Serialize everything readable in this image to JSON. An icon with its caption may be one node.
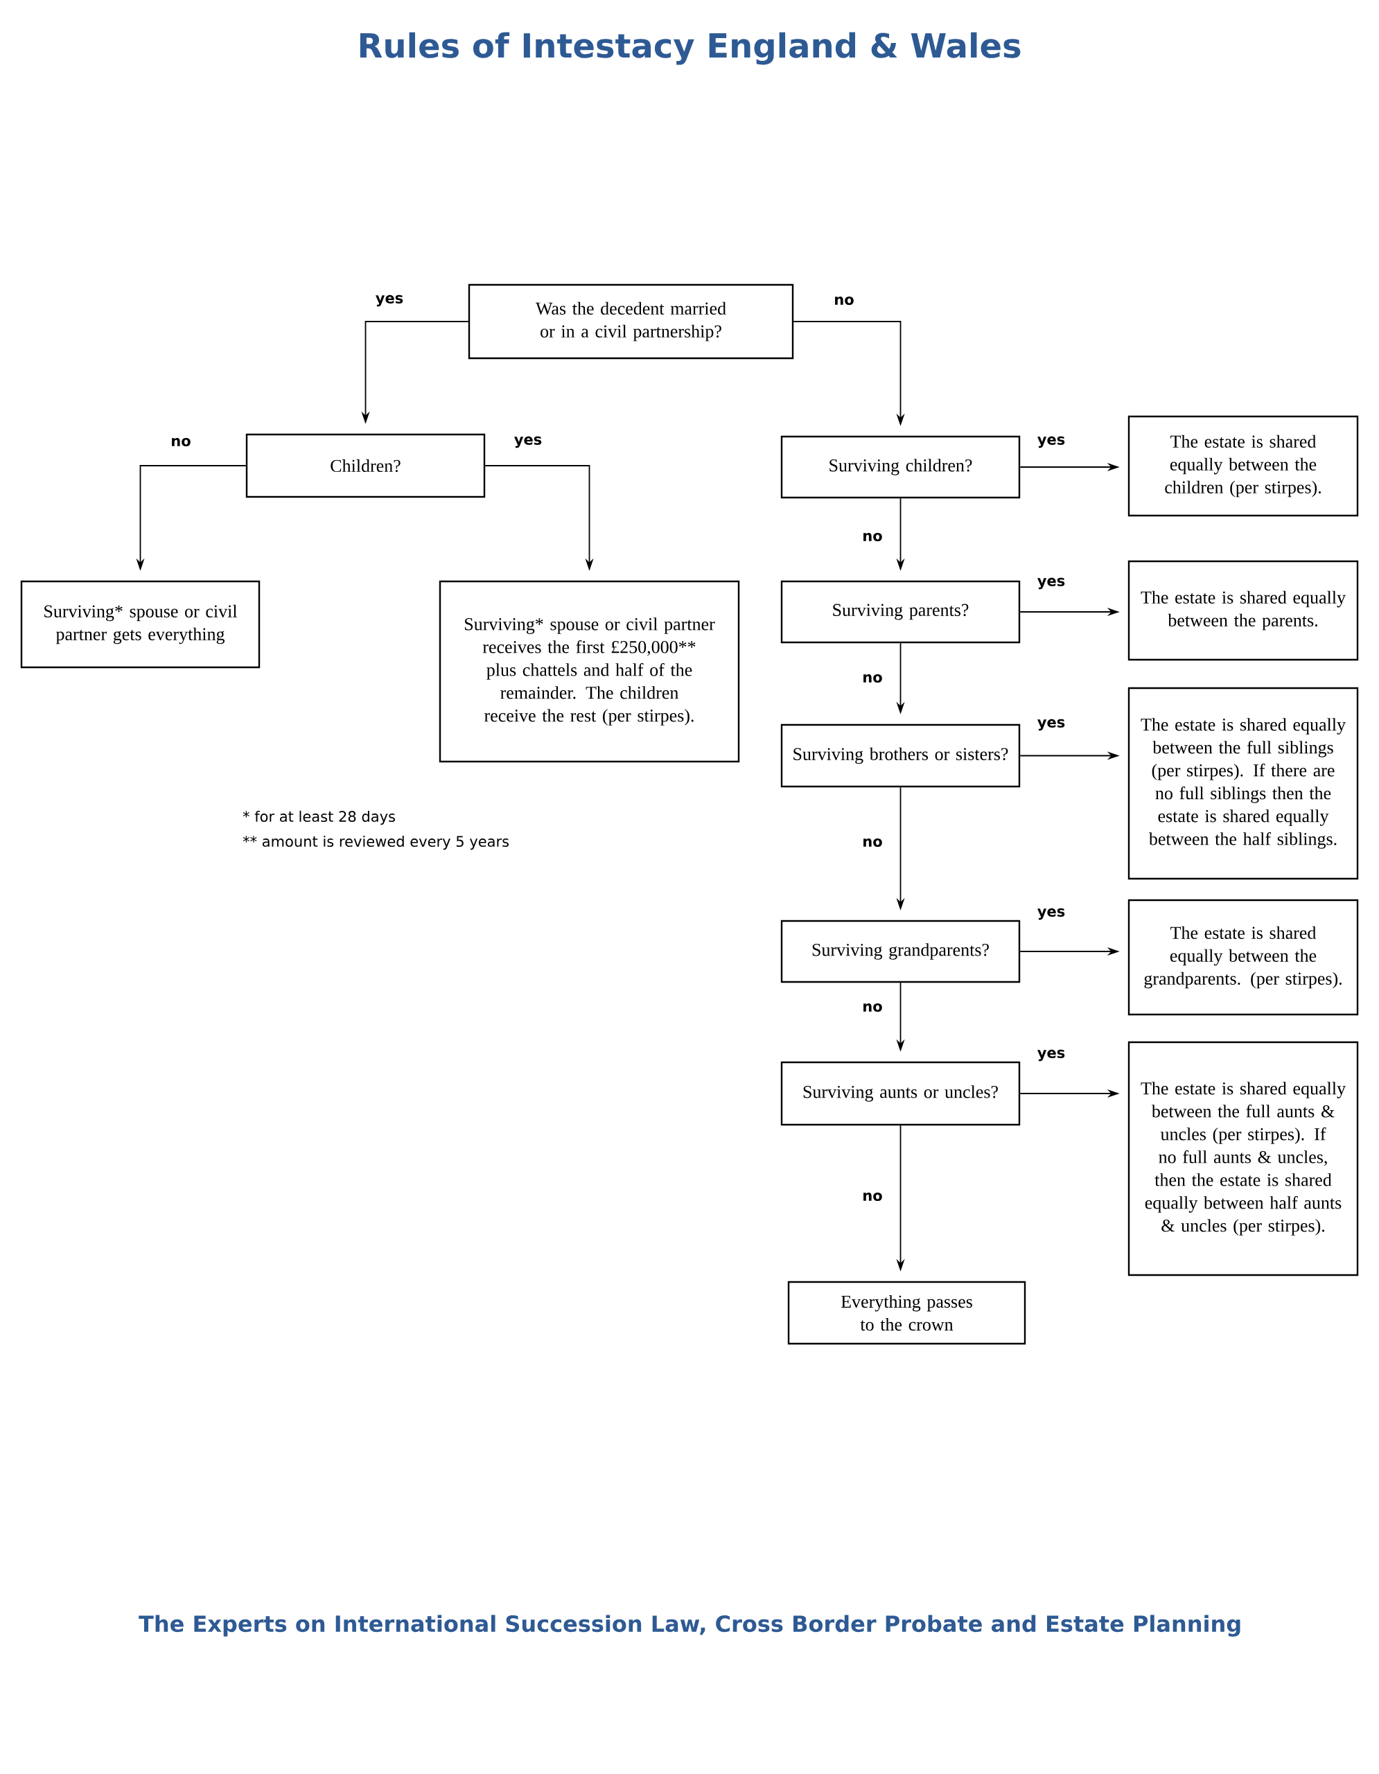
{
  "diagram": {
    "title": "Rules of Intestacy England & Wales",
    "nodes": [
      {
        "text": [
          "Was the decedent married or in a civil partnership?"
        ]
      },
      {
        "text": [
          "Children?"
        ]
      },
      {
        "text": [
          "Surviving* spouse or civil partner gets everything"
        ]
      },
      {
        "text": [
          "Surviving* spouse or civil partner receives the first £250,000** plus chattels and half of the remainder. The children receive the rest (per stirpes)."
        ]
      },
      {
        "text": [
          "Surviving children?"
        ]
      },
      {
        "text": [
          "The estate is shared equally between the children (per stirpes)."
        ]
      },
      {
        "text": [
          "Surviving parents?"
        ]
      },
      {
        "text": [
          "The estate is shared equally between the parents."
        ]
      },
      {
        "text": [
          "Surviving brothers or sisters?"
        ]
      },
      {
        "text": [
          "The estate is shared equally between the full siblings (per stirpes). If there are no full siblings then the estate is shared equally between the half siblings."
        ]
      },
      {
        "text": [
          "Surviving grandparents?"
        ]
      },
      {
        "text": [
          "The estate is shared equally between the grandparents. (per stirpes)."
        ]
      },
      {
        "text": [
          "Surviving aunts or uncles?"
        ]
      },
      {
        "text": [
          "The estate is shared equally between the full aunts & uncles (per stirpes). If no full aunts & uncles, then the estate is shared equally between half aunts & uncles (per stirpes)."
        ]
      },
      {
        "text": [
          "Everything passes to the crown"
        ]
      }
    ],
    "edges": [
      {
        "from": 0,
        "to": 1,
        "arrow": "to",
        "label": "yes"
      },
      {
        "from": 0,
        "to": 4,
        "arrow": "to",
        "label": "no"
      },
      {
        "from": 1,
        "to": 2,
        "arrow": "to",
        "label": "no"
      },
      {
        "from": 1,
        "to": 3,
        "arrow": "to",
        "label": "yes"
      },
      {
        "from": 4,
        "to": 5,
        "arrow": "to",
        "label": "yes"
      },
      {
        "from": 4,
        "to": 6,
        "arrow": "to",
        "label": "no"
      },
      {
        "from": 6,
        "to": 7,
        "arrow": "to",
        "label": "yes"
      },
      {
        "from": 6,
        "to": 8,
        "arrow": "to",
        "label": "no"
      },
      {
        "from": 8,
        "to": 9,
        "arrow": "to",
        "label": "yes"
      },
      {
        "from": 8,
        "to": 10,
        "arrow": "to",
        "label": "no"
      },
      {
        "from": 10,
        "to": 11,
        "arrow": "to",
        "label": "yes"
      },
      {
        "from": 10,
        "to": 12,
        "arrow": "to",
        "label": "no"
      },
      {
        "from": 12,
        "to": 13,
        "arrow": "to",
        "label": "yes"
      },
      {
        "from": 12,
        "to": 14,
        "arrow": "to",
        "label": "no"
      }
    ],
    "labels": [
      "* for at least 28 days",
      "** amount is reviewed every 5 years",
      "The Experts on International Succession Law, Cross Border Probate and Estate Planning"
    ]
  }
}
